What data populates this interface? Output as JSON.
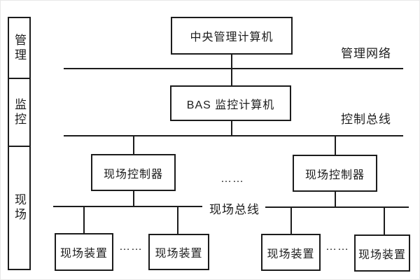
{
  "sidebar": {
    "items": [
      {
        "label": "管理"
      },
      {
        "label": "监控"
      },
      {
        "label": "现场"
      }
    ]
  },
  "nodes": {
    "central_computer": "中央管理计算机",
    "bas_computer": "BAS 监控计算机",
    "field_controller_left": "现场控制器",
    "field_controller_right": "现场控制器",
    "field_device_1": "现场装置",
    "field_device_2": "现场装置",
    "field_device_3": "现场装置",
    "field_device_4": "现场装置"
  },
  "bus_labels": {
    "management_network": "管理网络",
    "control_bus": "控制总线",
    "field_bus": "现场总线"
  },
  "ellipsis": {
    "controllers": "……",
    "devices_left": "……",
    "devices_right": "……"
  },
  "colors": {
    "line": "#1c1c1c",
    "background": "#ffffff"
  }
}
